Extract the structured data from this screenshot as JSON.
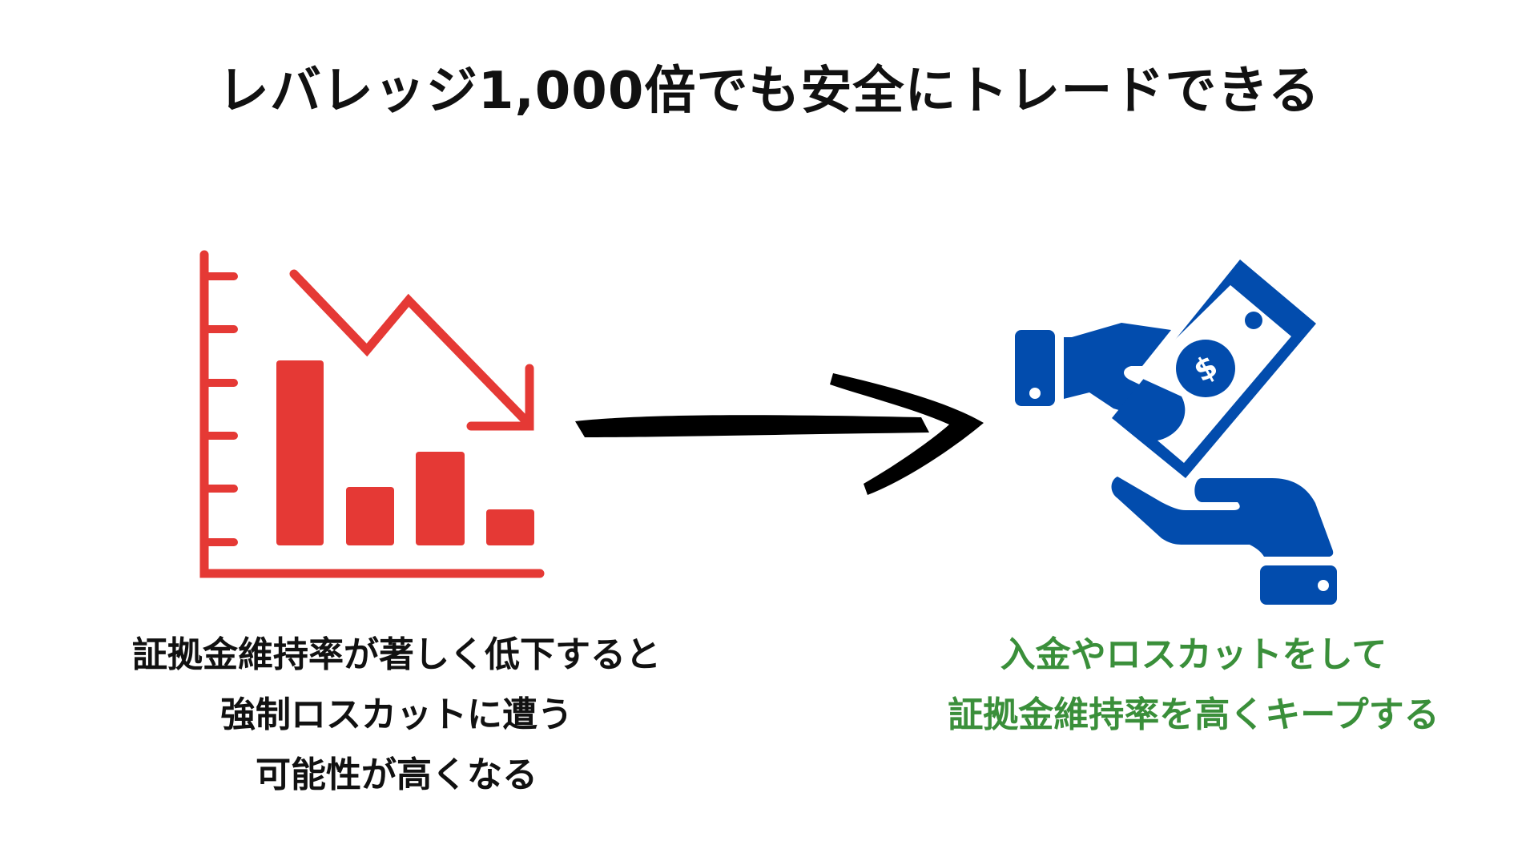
{
  "title": "レバレッジ1,000倍でも安全にトレードできる",
  "left": {
    "icon": "declining-bar-chart-icon",
    "lines": [
      "証拠金維持率が著しく低下すると",
      "強制ロスカットに遭う",
      "可能性が高くなる"
    ]
  },
  "arrow": {
    "icon": "brush-arrow-right-icon"
  },
  "right": {
    "icon": "hand-giving-money-icon",
    "lines": [
      "入金やロスカットをして",
      "証拠金維持率を高くキープする"
    ]
  },
  "colors": {
    "chart_red": "#e53935",
    "money_blue": "#024cad",
    "caption_green": "#3a8f3a",
    "text_black": "#111111"
  }
}
